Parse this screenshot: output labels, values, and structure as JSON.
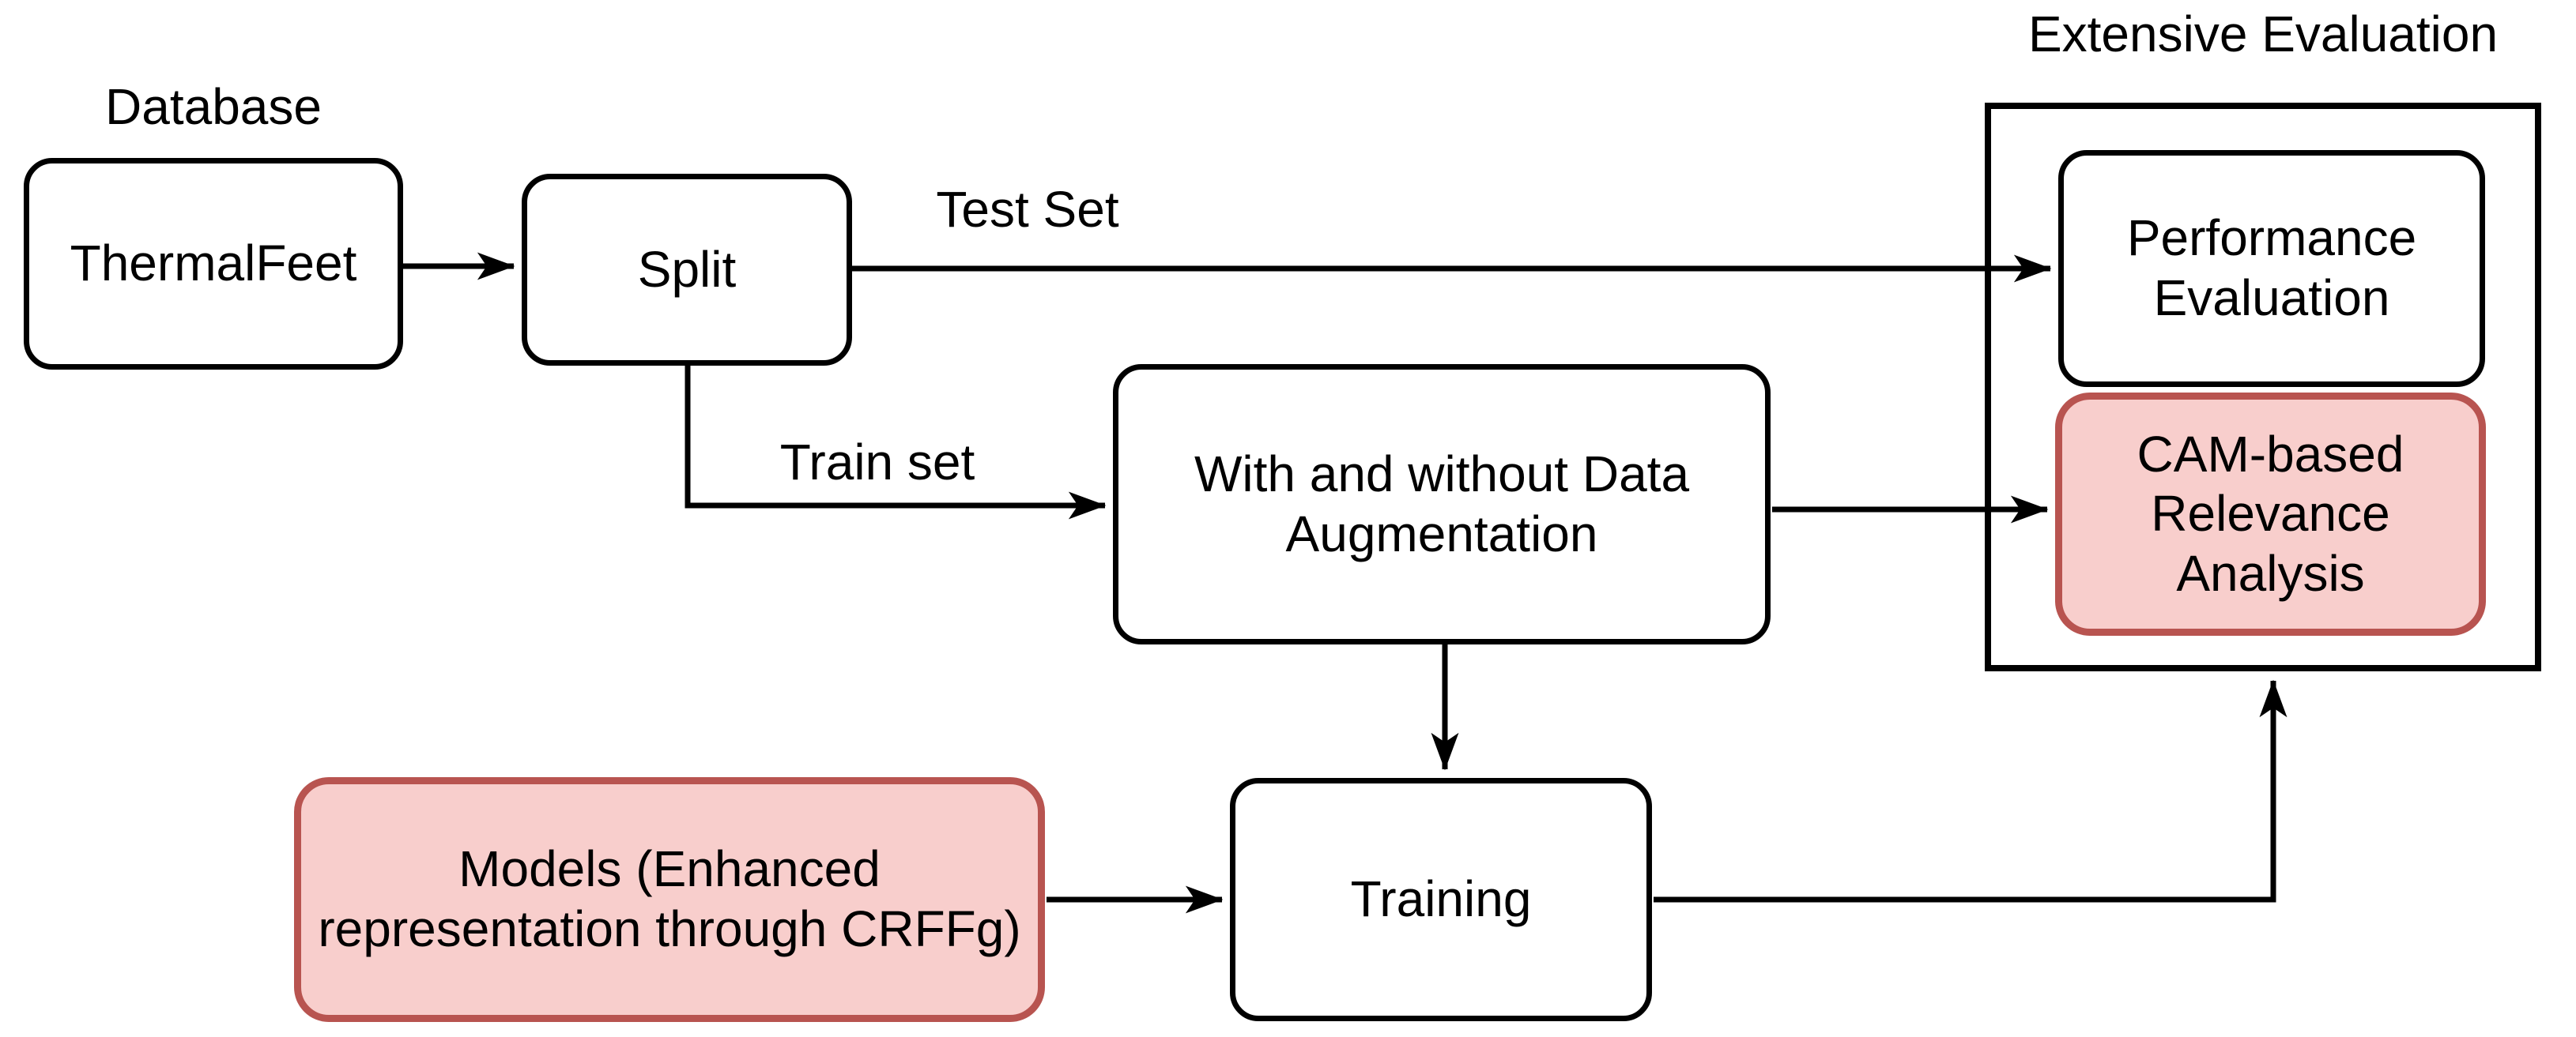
{
  "diagram": {
    "type": "flowchart",
    "group_labels": {
      "database": "Database",
      "extensive_evaluation": "Extensive Evaluation"
    },
    "nodes": {
      "thermalfeet": {
        "label": "ThermalFeet",
        "style": "black-outline"
      },
      "split": {
        "label": "Split",
        "style": "black-outline"
      },
      "augmentation": {
        "label": "With and without Data Augmentation",
        "style": "black-outline"
      },
      "performance": {
        "label": "Performance Evaluation",
        "style": "black-outline"
      },
      "cam": {
        "label": "CAM-based Relevance Analysis",
        "style": "pink"
      },
      "models": {
        "label": "Models (Enhanced representation through CRFFg)",
        "style": "pink"
      },
      "training": {
        "label": "Training",
        "style": "black-outline"
      }
    },
    "edges": [
      {
        "from": "thermalfeet",
        "to": "split",
        "label": ""
      },
      {
        "from": "split",
        "to": "performance",
        "label": "Test Set"
      },
      {
        "from": "split",
        "to": "augmentation",
        "label": "Train set"
      },
      {
        "from": "augmentation",
        "to": "cam",
        "label": ""
      },
      {
        "from": "augmentation",
        "to": "training",
        "label": ""
      },
      {
        "from": "models",
        "to": "training",
        "label": ""
      },
      {
        "from": "training",
        "to": "extensive_evaluation",
        "label": ""
      }
    ]
  },
  "colors": {
    "background": "#ffffff",
    "box_fill": "#ffffff",
    "box_stroke": "#000000",
    "pink_fill": "#f8cecc",
    "pink_stroke": "#b85450",
    "text": "#000000"
  }
}
